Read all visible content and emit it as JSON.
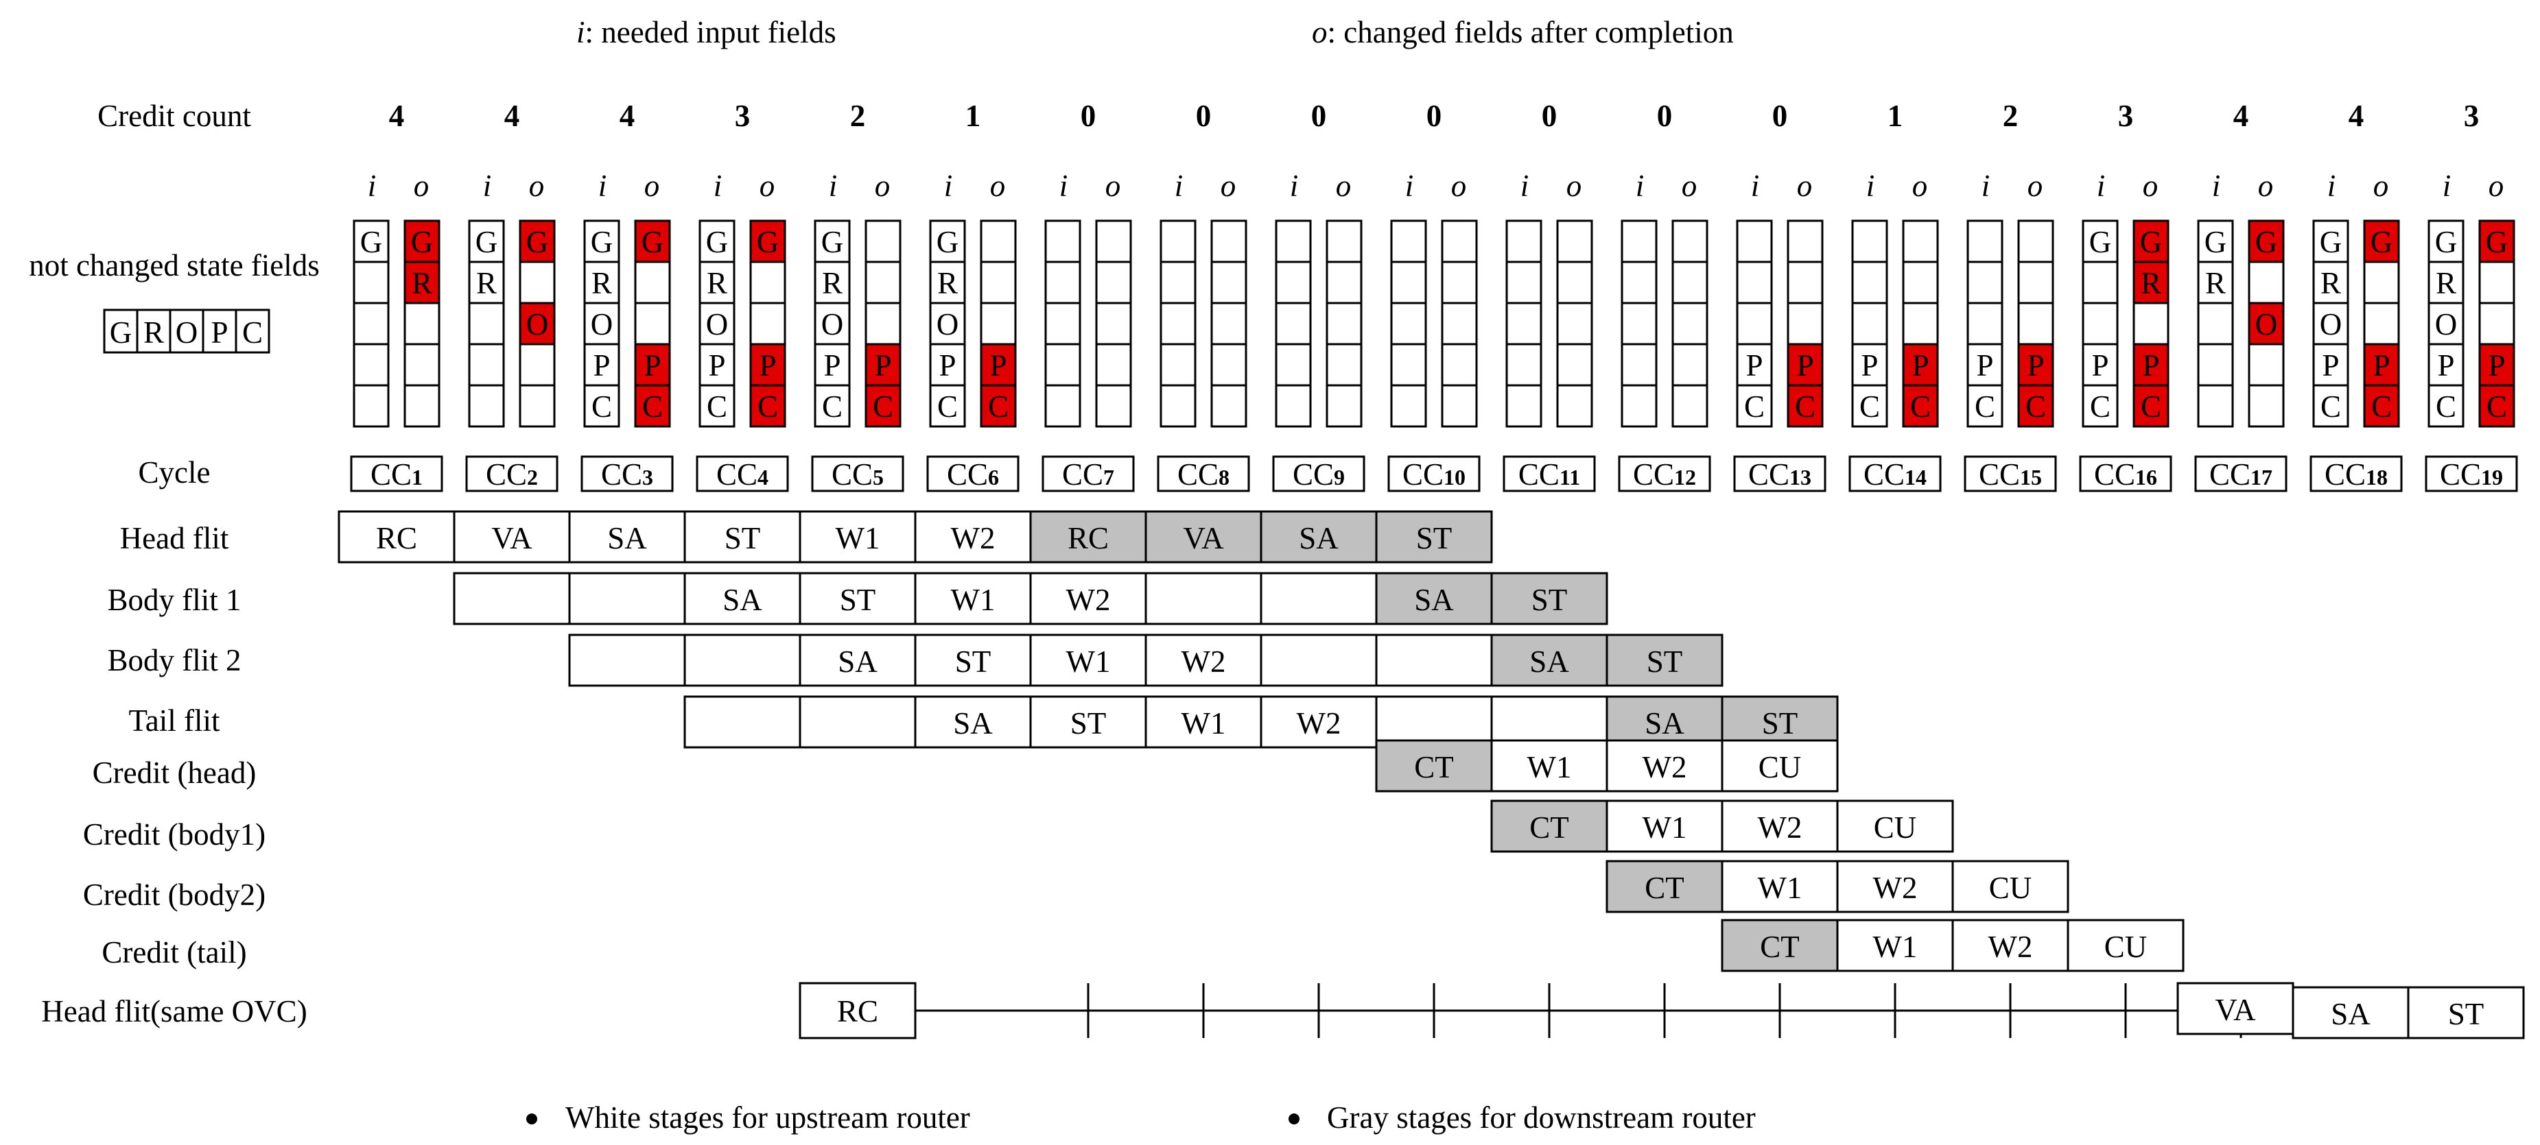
{
  "header": {
    "i_letter": "i",
    "i_text": ": needed input fields",
    "o_letter": "o",
    "o_text": ": changed fields after completion"
  },
  "credit_label": "Credit count",
  "credit_counts": [
    "4",
    "4",
    "4",
    "3",
    "2",
    "1",
    "0",
    "0",
    "0",
    "0",
    "0",
    "0",
    "0",
    "1",
    "2",
    "3",
    "4",
    "4",
    "3"
  ],
  "io_labels": {
    "i": "i",
    "o": "o"
  },
  "state_label": "not changed state fields",
  "legend_letters": [
    "G",
    "R",
    "O",
    "P",
    "C"
  ],
  "fields": [
    {
      "i": [
        "G",
        "",
        "",
        "",
        ""
      ],
      "o": [
        "G",
        "R",
        "",
        "",
        ""
      ],
      "ored": [
        "G",
        "R"
      ]
    },
    {
      "i": [
        "G",
        "R",
        "",
        "",
        ""
      ],
      "o": [
        "G",
        "",
        "O",
        "",
        ""
      ],
      "ored": [
        "G",
        "O"
      ]
    },
    {
      "i": [
        "G",
        "R",
        "O",
        "P",
        "C"
      ],
      "o": [
        "G",
        "",
        "",
        "P",
        "C"
      ],
      "ored": [
        "G",
        "P",
        "C"
      ]
    },
    {
      "i": [
        "G",
        "R",
        "O",
        "P",
        "C"
      ],
      "o": [
        "G",
        "",
        "",
        "P",
        "C"
      ],
      "ored": [
        "G",
        "P",
        "C"
      ]
    },
    {
      "i": [
        "G",
        "R",
        "O",
        "P",
        "C"
      ],
      "o": [
        "",
        "",
        "",
        "P",
        "C"
      ],
      "ored": [
        "P",
        "C"
      ]
    },
    {
      "i": [
        "G",
        "R",
        "O",
        "P",
        "C"
      ],
      "o": [
        "",
        "",
        "",
        "P",
        "C"
      ],
      "ored": [
        "P",
        "C"
      ]
    },
    {
      "i": [
        "",
        "",
        "",
        "",
        ""
      ],
      "o": [
        "",
        "",
        "",
        "",
        ""
      ],
      "ored": []
    },
    {
      "i": [
        "",
        "",
        "",
        "",
        ""
      ],
      "o": [
        "",
        "",
        "",
        "",
        ""
      ],
      "ored": []
    },
    {
      "i": [
        "",
        "",
        "",
        "",
        ""
      ],
      "o": [
        "",
        "",
        "",
        "",
        ""
      ],
      "ored": []
    },
    {
      "i": [
        "",
        "",
        "",
        "",
        ""
      ],
      "o": [
        "",
        "",
        "",
        "",
        ""
      ],
      "ored": []
    },
    {
      "i": [
        "",
        "",
        "",
        "",
        ""
      ],
      "o": [
        "",
        "",
        "",
        "",
        ""
      ],
      "ored": []
    },
    {
      "i": [
        "",
        "",
        "",
        "",
        ""
      ],
      "o": [
        "",
        "",
        "",
        "",
        ""
      ],
      "ored": []
    },
    {
      "i": [
        "",
        "",
        "",
        "P",
        "C"
      ],
      "o": [
        "",
        "",
        "",
        "P",
        "C"
      ],
      "ored": [
        "P",
        "C"
      ]
    },
    {
      "i": [
        "",
        "",
        "",
        "P",
        "C"
      ],
      "o": [
        "",
        "",
        "",
        "P",
        "C"
      ],
      "ored": [
        "P",
        "C"
      ]
    },
    {
      "i": [
        "",
        "",
        "",
        "P",
        "C"
      ],
      "o": [
        "",
        "",
        "",
        "P",
        "C"
      ],
      "ored": [
        "P",
        "C"
      ]
    },
    {
      "i": [
        "G",
        "",
        "",
        "P",
        "C"
      ],
      "o": [
        "G",
        "R",
        "",
        "P",
        "C"
      ],
      "ored": [
        "G",
        "R",
        "P",
        "C"
      ]
    },
    {
      "i": [
        "G",
        "R",
        "",
        "",
        ""
      ],
      "o": [
        "G",
        "",
        "O",
        "",
        ""
      ],
      "ored": [
        "G",
        "O"
      ]
    },
    {
      "i": [
        "G",
        "R",
        "O",
        "P",
        "C"
      ],
      "o": [
        "G",
        "",
        "",
        "P",
        "C"
      ],
      "ored": [
        "G",
        "P",
        "C"
      ]
    },
    {
      "i": [
        "G",
        "R",
        "O",
        "P",
        "C"
      ],
      "o": [
        "G",
        "",
        "",
        "P",
        "C"
      ],
      "ored": [
        "G",
        "P",
        "C"
      ]
    }
  ],
  "cycle_label": "Cycle",
  "cycle_prefix": "CC",
  "cycles": [
    "1",
    "2",
    "3",
    "4",
    "5",
    "6",
    "7",
    "8",
    "9",
    "10",
    "11",
    "12",
    "13",
    "14",
    "15",
    "16",
    "17",
    "18",
    "19"
  ],
  "pipeline_rows": [
    {
      "label": "Head flit",
      "start": 0,
      "stages": [
        [
          "RC",
          "w"
        ],
        [
          "VA",
          "w"
        ],
        [
          "SA",
          "w"
        ],
        [
          "ST",
          "w"
        ],
        [
          "W1",
          "w"
        ],
        [
          "W2",
          "w"
        ],
        [
          "RC",
          "g"
        ],
        [
          "VA",
          "g"
        ],
        [
          "SA",
          "g"
        ],
        [
          "ST",
          "g"
        ]
      ]
    },
    {
      "label": "Body flit 1",
      "start": 1,
      "stages": [
        [
          "",
          "w"
        ],
        [
          "",
          "w"
        ],
        [
          "SA",
          "w"
        ],
        [
          "ST",
          "w"
        ],
        [
          "W1",
          "w"
        ],
        [
          "W2",
          "w"
        ],
        [
          "",
          "w"
        ],
        [
          "",
          "w"
        ],
        [
          "SA",
          "g"
        ],
        [
          "ST",
          "g"
        ]
      ]
    },
    {
      "label": "Body flit 2",
      "start": 2,
      "stages": [
        [
          "",
          "w"
        ],
        [
          "",
          "w"
        ],
        [
          "SA",
          "w"
        ],
        [
          "ST",
          "w"
        ],
        [
          "W1",
          "w"
        ],
        [
          "W2",
          "w"
        ],
        [
          "",
          "w"
        ],
        [
          "",
          "w"
        ],
        [
          "SA",
          "g"
        ],
        [
          "ST",
          "g"
        ]
      ]
    },
    {
      "label": "Tail flit",
      "start": 3,
      "stages": [
        [
          "",
          "w"
        ],
        [
          "",
          "w"
        ],
        [
          "SA",
          "w"
        ],
        [
          "ST",
          "w"
        ],
        [
          "W1",
          "w"
        ],
        [
          "W2",
          "w"
        ],
        [
          "",
          "w"
        ],
        [
          "",
          "w"
        ],
        [
          "SA",
          "g"
        ],
        [
          "ST",
          "g"
        ]
      ]
    },
    {
      "label": "Credit (head)",
      "start": 9,
      "stages": [
        [
          "CT",
          "g"
        ],
        [
          "W1",
          "w"
        ],
        [
          "W2",
          "w"
        ],
        [
          "CU",
          "w"
        ]
      ]
    },
    {
      "label": "Credit (body1)",
      "start": 10,
      "stages": [
        [
          "CT",
          "g"
        ],
        [
          "W1",
          "w"
        ],
        [
          "W2",
          "w"
        ],
        [
          "CU",
          "w"
        ]
      ]
    },
    {
      "label": "Credit (body2)",
      "start": 11,
      "stages": [
        [
          "CT",
          "g"
        ],
        [
          "W1",
          "w"
        ],
        [
          "W2",
          "w"
        ],
        [
          "CU",
          "w"
        ]
      ]
    },
    {
      "label": "Credit (tail)",
      "start": 12,
      "stages": [
        [
          "CT",
          "g"
        ],
        [
          "W1",
          "w"
        ],
        [
          "W2",
          "w"
        ],
        [
          "CU",
          "w"
        ]
      ]
    }
  ],
  "same_ovc": {
    "label": "Head flit(same OVC)",
    "rc": "RC",
    "tail_stages": [
      "VA",
      "SA",
      "ST"
    ]
  },
  "legend_notes": [
    "White stages for upstream router",
    "Gray stages for downstream router"
  ],
  "colors": {
    "red": "#e00000",
    "gray": "#c0c0c0",
    "ink": "#000000"
  }
}
